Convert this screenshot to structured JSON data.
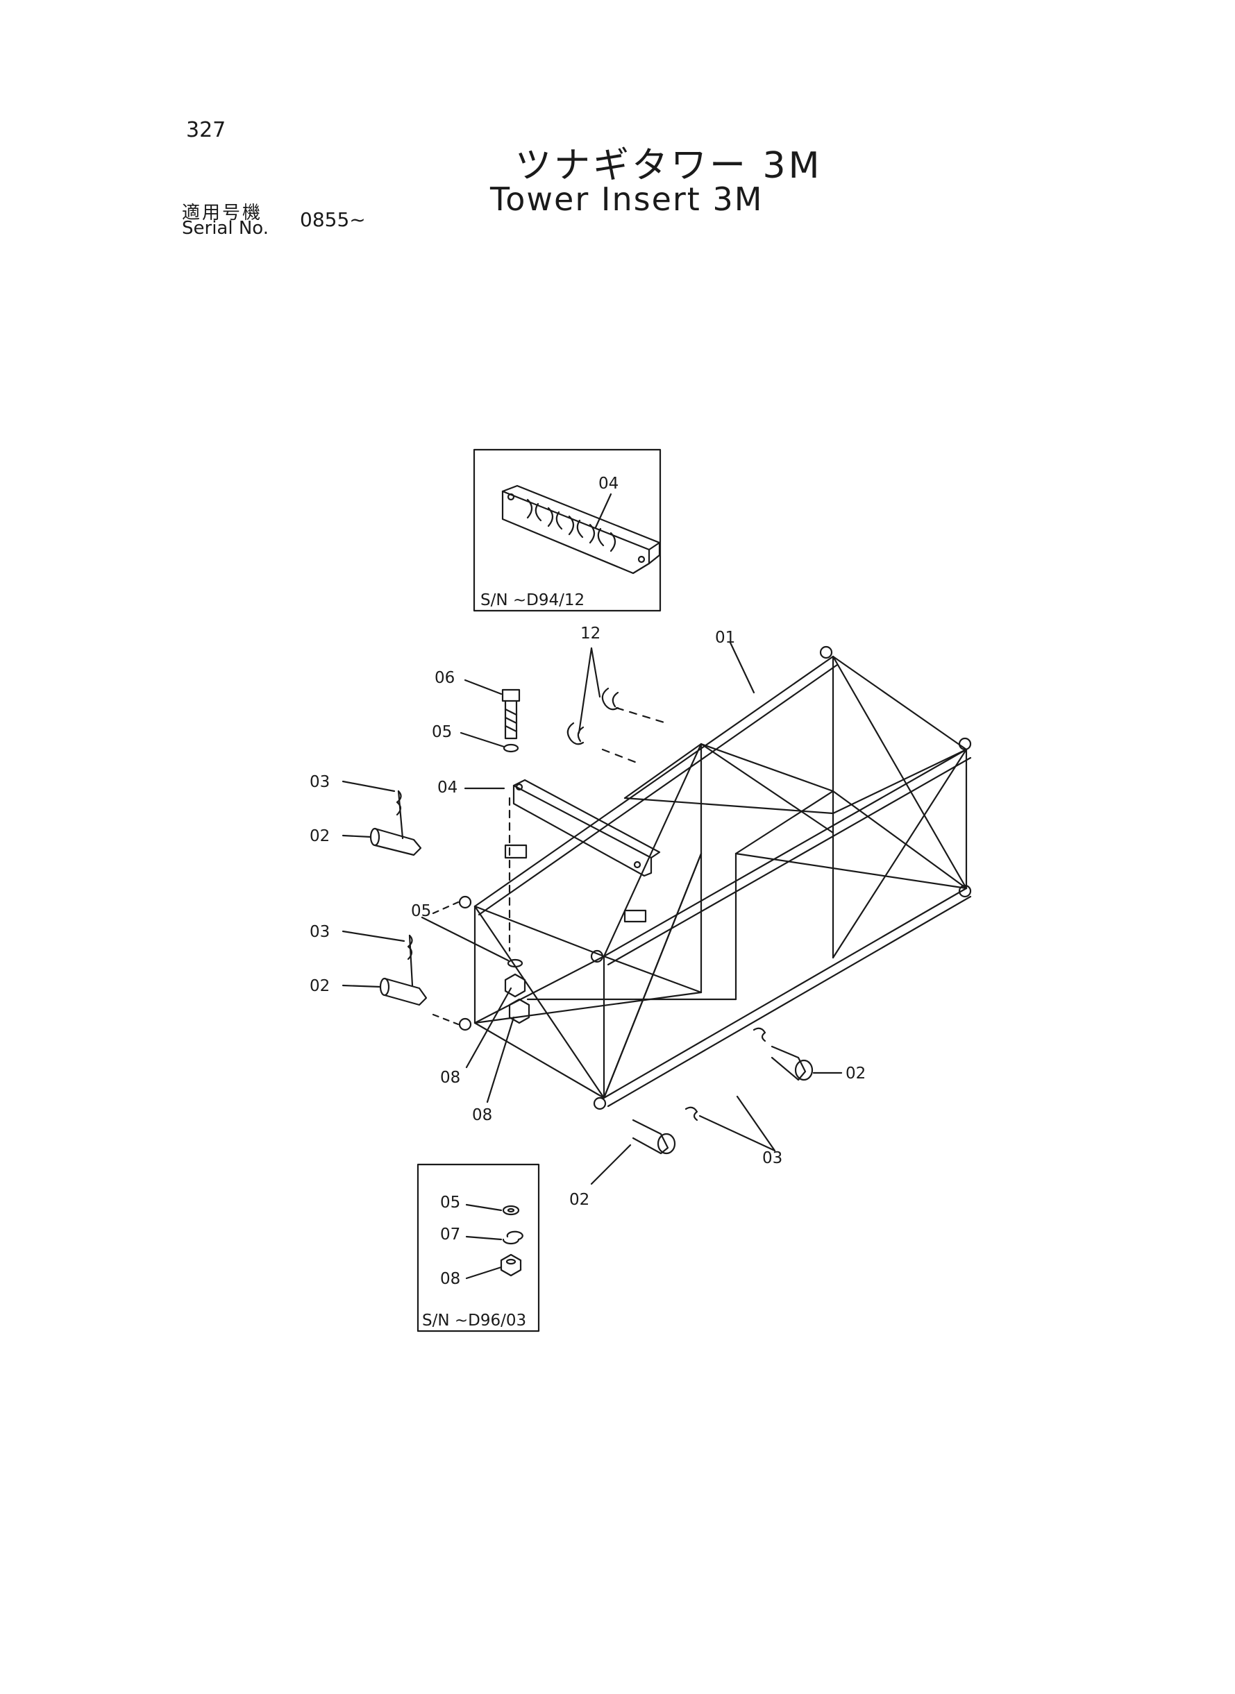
{
  "header": {
    "page_number": "327",
    "title_jp": "ツナギタワー 3M",
    "title_en": "Tower Insert 3M",
    "serial_label_jp": "適用号機",
    "serial_label_en": "Serial No.",
    "serial_value": "0855~"
  },
  "inset_top": {
    "sn_label": "S/N ~D94/12"
  },
  "inset_bottom": {
    "sn_label": "S/N ~D96/03"
  },
  "callouts": {
    "c01": "01",
    "c12": "12",
    "c06": "06",
    "c05a": "05",
    "c04a": "04",
    "c04b": "04",
    "c03a": "03",
    "c02a": "02",
    "c05b": "05",
    "c03b": "03",
    "c02b": "02",
    "c08a": "08",
    "c08b": "08",
    "c02c": "02",
    "c03c": "03",
    "c02d": "02",
    "c05c": "05",
    "c07": "07",
    "c08c": "08"
  }
}
